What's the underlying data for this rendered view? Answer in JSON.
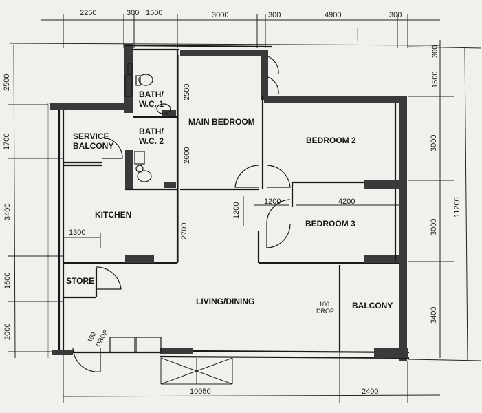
{
  "rooms": {
    "bath1_line1": "BATH/",
    "bath1_line2": "W.C. 1",
    "bath2_line1": "BATH/",
    "bath2_line2": "W.C. 2",
    "main_bedroom": "MAIN BEDROOM",
    "bedroom2": "BEDROOM 2",
    "bedroom3": "BEDROOM 3",
    "service_line1": "SERVICE",
    "service_line2": "BALCONY",
    "kitchen": "KITCHEN",
    "store": "STORE",
    "living_dining": "LIVING/DINING",
    "balcony": "BALCONY",
    "drop_top": "100",
    "drop_bottom": "DROP",
    "entry_drop_top": "100",
    "entry_drop_bottom": "DROP"
  },
  "dims": {
    "top_2250": "2250",
    "top_300a": "300",
    "top_1500": "1500",
    "top_3000": "3000",
    "top_300b": "300",
    "top_4900": "4900",
    "top_300c": "300",
    "left_2500": "2500",
    "left_1700": "1700",
    "left_3400": "3400",
    "left_1600": "1600",
    "left_2000": "2000",
    "in_2500": "2500",
    "in_2600": "2600",
    "in_2700": "2700",
    "in_1300": "1300",
    "in_1200v": "1200",
    "in_1200h": "1200",
    "in_4200": "4200",
    "right_300": "300",
    "right_1500": "1500",
    "right_3000a": "3000",
    "right_3000b": "3000",
    "right_3400": "3400",
    "right_total": "11200",
    "bottom_10050": "10050",
    "bottom_2400": "2400"
  }
}
